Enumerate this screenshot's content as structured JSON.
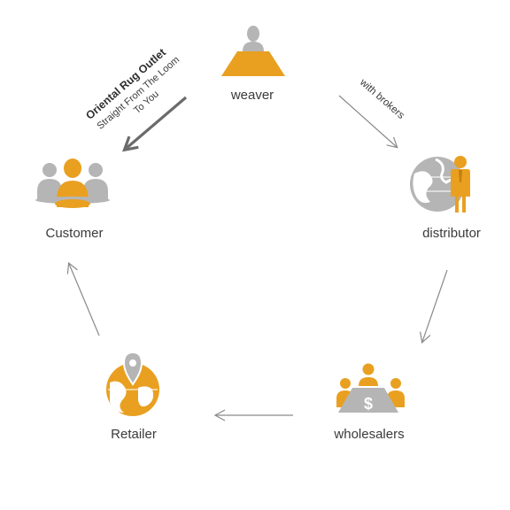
{
  "nodes": {
    "weaver": {
      "label": "weaver",
      "icon": "weaver-at-desk-icon"
    },
    "distributor": {
      "label": "distributor",
      "icon": "globe-businessman-icon"
    },
    "wholesalers": {
      "label": "wholesalers",
      "icon": "meeting-table-dollar-icon"
    },
    "retailer": {
      "label": "Retailer",
      "icon": "globe-location-pin-icon"
    },
    "customer": {
      "label": "Customer",
      "icon": "customer-group-icon"
    }
  },
  "edges": {
    "weaver_distributor": {
      "label": "with brokers"
    }
  },
  "direct": {
    "title": "Oriental Rug Outlet",
    "line1": "Straight From The Loom",
    "line2": "To You"
  },
  "colors": {
    "orange": "#e9a020",
    "gray": "#b5b5b5",
    "arrow": "#8a8a8a",
    "bold_arrow": "#6b6b6b",
    "text": "#3a3a3a"
  }
}
